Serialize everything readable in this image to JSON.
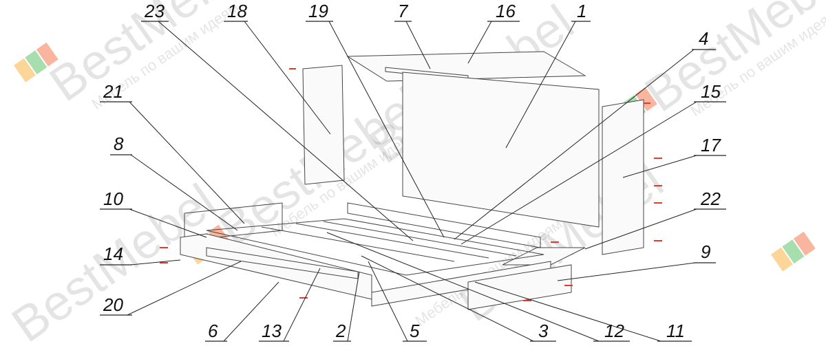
{
  "watermark": {
    "brand": "BestMebel",
    "slogan": "Мебель по вашим идеям",
    "colors": [
      "#f9a11b",
      "#3ab54a",
      "#f15a29"
    ]
  },
  "callouts": [
    {
      "label": "23"
    },
    {
      "label": "18"
    },
    {
      "label": "19"
    },
    {
      "label": "7"
    },
    {
      "label": "16"
    },
    {
      "label": "1"
    },
    {
      "label": "4"
    },
    {
      "label": "15"
    },
    {
      "label": "21"
    },
    {
      "label": "17"
    },
    {
      "label": "8"
    },
    {
      "label": "22"
    },
    {
      "label": "10"
    },
    {
      "label": "9"
    },
    {
      "label": "14"
    },
    {
      "label": "20"
    },
    {
      "label": "6"
    },
    {
      "label": "13"
    },
    {
      "label": "2"
    },
    {
      "label": "5"
    },
    {
      "label": "3"
    },
    {
      "label": "12"
    },
    {
      "label": "11"
    }
  ],
  "accent_color": "#e23b2e"
}
